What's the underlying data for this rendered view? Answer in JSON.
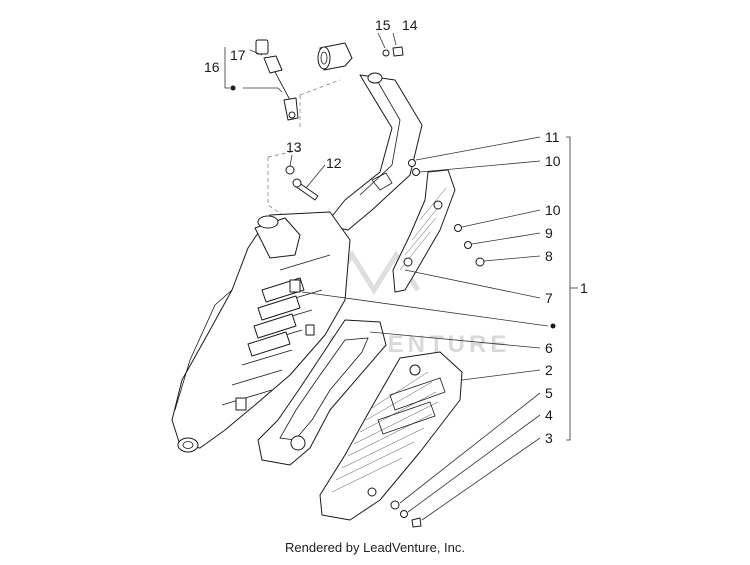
{
  "watermark": "ADVENTURE",
  "footer": "Rendered by LeadVenture, Inc.",
  "callouts": {
    "c1": "1",
    "c2": "2",
    "c3": "3",
    "c4": "4",
    "c5": "5",
    "c6": "6",
    "c7": "7",
    "c8": "8",
    "c9": "9",
    "c10a": "10",
    "c10b": "10",
    "c11": "11",
    "c12": "12",
    "c13": "13",
    "c14": "14",
    "c15": "15",
    "c16": "16",
    "c17": "17"
  }
}
